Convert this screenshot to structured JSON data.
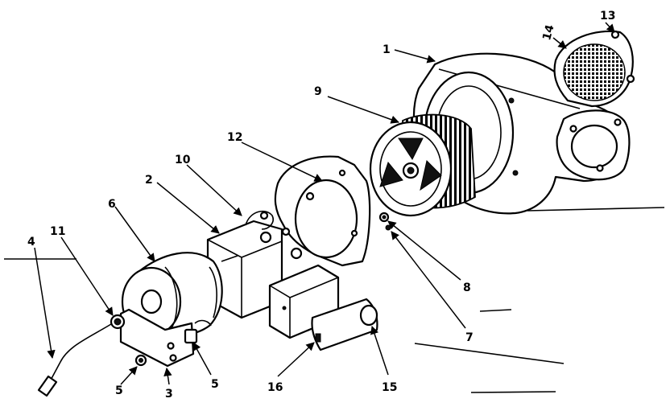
{
  "callouts": [
    {
      "id": "c1",
      "text": "1"
    },
    {
      "id": "c2",
      "text": "2"
    },
    {
      "id": "c3",
      "text": "3"
    },
    {
      "id": "c4",
      "text": "4"
    },
    {
      "id": "c5a",
      "text": "5"
    },
    {
      "id": "c5b",
      "text": "5"
    },
    {
      "id": "c6",
      "text": "6"
    },
    {
      "id": "c7",
      "text": "7"
    },
    {
      "id": "c8",
      "text": "8"
    },
    {
      "id": "c9",
      "text": "9"
    },
    {
      "id": "c10",
      "text": "10"
    },
    {
      "id": "c11",
      "text": "11"
    },
    {
      "id": "c12",
      "text": "12"
    },
    {
      "id": "c13",
      "text": "13"
    },
    {
      "id": "c14",
      "text": "14"
    },
    {
      "id": "c15",
      "text": "15"
    },
    {
      "id": "c16",
      "text": "16"
    }
  ],
  "colors": {
    "ink": "#000000",
    "paper": "#ffffff"
  }
}
